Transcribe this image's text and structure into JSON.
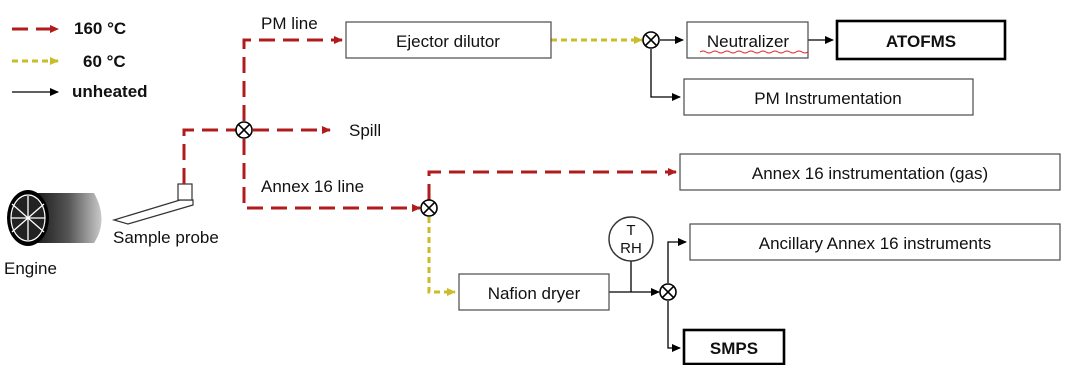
{
  "legend": {
    "hot": "160 °C",
    "warm": "60 °C",
    "cold": "unheated"
  },
  "labels": {
    "pm_line": "PM line",
    "spill": "Spill",
    "annex_line": "Annex 16 line",
    "sample_probe": "Sample probe",
    "engine": "Engine",
    "sensor_t": "T",
    "sensor_rh": "RH"
  },
  "boxes": {
    "ejector_dilutor": "Ejector dilutor",
    "neutralizer": "Neutralizer",
    "atofms": "ATOFMS",
    "pm_instrumentation": "PM Instrumentation",
    "annex_gas": "Annex 16 instrumentation (gas)",
    "ancillary": "Ancillary Annex 16 instruments",
    "nafion_dryer": "Nafion dryer",
    "smps": "SMPS"
  },
  "colors": {
    "hot_line": "#b01c1c",
    "warm_line": "#c9bd2a",
    "cold_line": "#000000"
  }
}
